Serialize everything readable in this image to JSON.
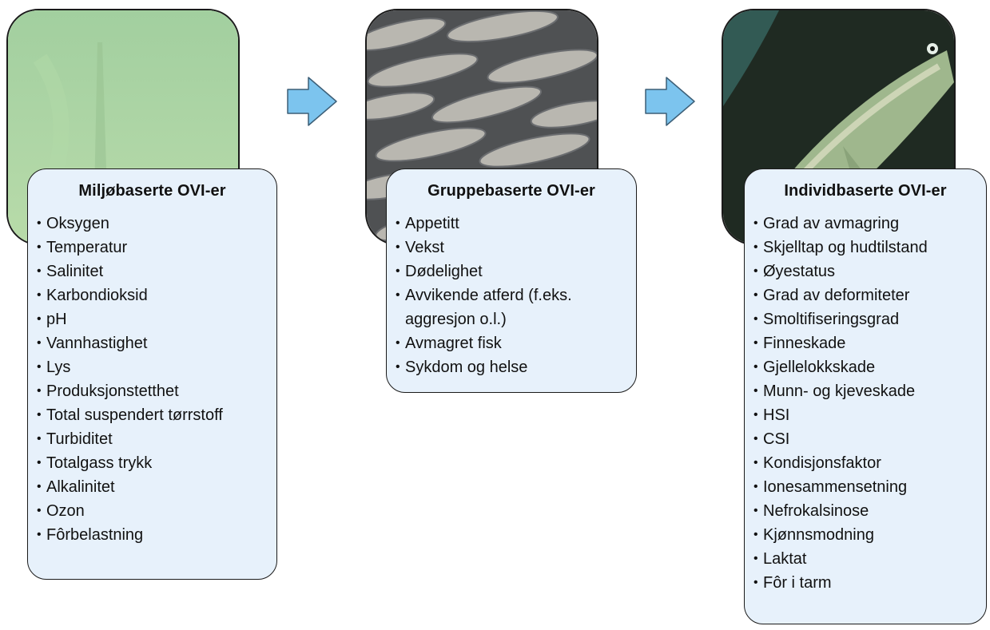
{
  "panels": [
    {
      "photo_icon": "murky-water-photo",
      "title": "Miljøbaserte OVI-er",
      "items": [
        "Oksygen",
        "Temperatur",
        "Salinitet",
        "Karbondioksid",
        "pH",
        "Vannhastighet",
        "Lys",
        "Produksjonstetthet",
        "Total suspendert tørrstoff",
        "Turbiditet",
        "Totalgass trykk",
        "Alkalinitet",
        "Ozon",
        "Fôrbelastning"
      ]
    },
    {
      "photo_icon": "fish-school-photo",
      "title": "Gruppebaserte OVI-er",
      "items": [
        "Appetitt",
        "Vekst",
        "Dødelighet",
        "Avvikende atferd (f.eks. aggresjon o.l.)",
        "Avmagret fisk",
        "Sykdom og helse"
      ]
    },
    {
      "photo_icon": "single-fish-photo",
      "title": "Individbaserte OVI-er",
      "items": [
        "Grad av avmagring",
        "Skjelltap og hudtilstand",
        "Øyestatus",
        "Grad av deformiteter",
        "Smoltifiseringsgrad",
        "Finneskade",
        "Gjellelokkskade",
        "Munn- og kjeveskade",
        "HSI",
        "CSI",
        "Kondisjonsfaktor",
        "Ionesammensetning",
        "Nefrokalsinose",
        "Kjønnsmodning",
        "Laktat",
        "Fôr i tarm"
      ]
    }
  ],
  "colors": {
    "card_fill": "#e7f1fb",
    "arrow_fill": "#7cc4ee",
    "water_green": "#a9d3a0"
  }
}
